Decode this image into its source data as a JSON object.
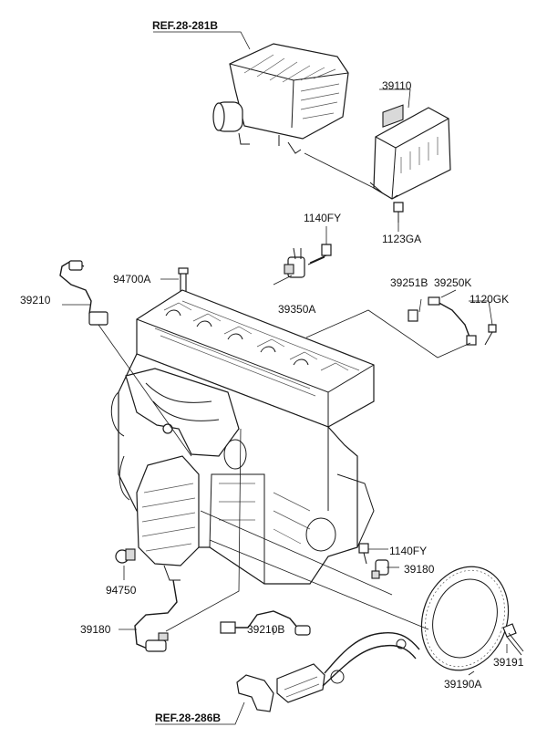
{
  "labels": {
    "ref_top": "REF.28-281B",
    "ref_bottom": "REF.28-286B",
    "p39110": "39110",
    "p1123GA": "1123GA",
    "p1140FY_top": "1140FY",
    "p94700A": "94700A",
    "p39350A": "39350A",
    "p39210": "39210",
    "p39251B": "39251B",
    "p39250K": "39250K",
    "p1120GK": "1120GK",
    "p94750": "94750",
    "p1140FY_bottom": "1140FY",
    "p39180_right": "39180",
    "p39180_left": "39180",
    "p39210B": "39210B",
    "p39191": "39191",
    "p39190A": "39190A"
  }
}
